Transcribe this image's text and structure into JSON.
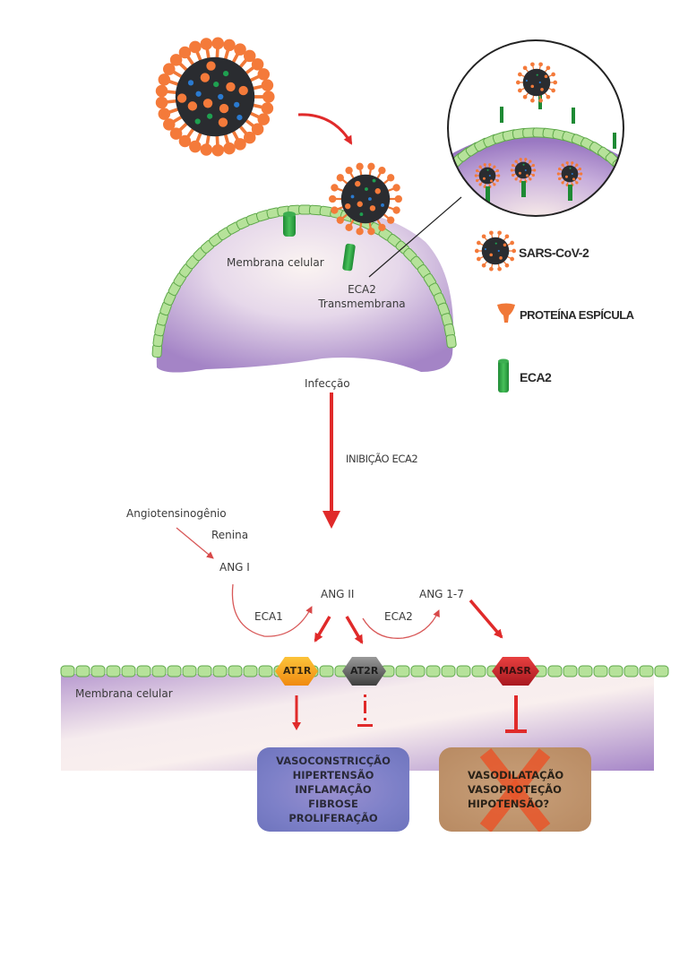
{
  "diagram": {
    "top_cell": {
      "membrane_label": "Membrana celular",
      "receptor_label_line1": "ECA2",
      "receptor_label_line2": "Transmembrana",
      "infection_label": "Infecção"
    },
    "legend": {
      "items": [
        {
          "icon": "virus-icon",
          "label": "SARS-CoV-2"
        },
        {
          "icon": "spike-protein-icon",
          "label": "PROTEÍNA ESPÍCULA"
        },
        {
          "icon": "ace2-receptor-icon",
          "label": "ECA2"
        }
      ]
    },
    "pathway": {
      "inhibition_label": "INIBIÇÃO ECA2",
      "angiotensinogen": "Angiotensinogênio",
      "renin": "Renina",
      "ang1": "ANG I",
      "ang2": "ANG II",
      "ang17": "ANG 1-7",
      "eca1": "ECA1",
      "eca2": "ECA2"
    },
    "bottom_cell": {
      "membrane_label": "Membrana celular",
      "receptors": [
        "AT1R",
        "AT2R",
        "MASR"
      ],
      "effects_at1r": [
        "VASOCONSTRICÇÃO",
        "HIPERTENSÃO",
        "INFLAMAÇÃO",
        "FIBROSE",
        "PROLIFERAÇÃO"
      ],
      "effects_masr": [
        "VASODILATAÇÃO",
        "VASOPROTEÇÃO",
        "HIPOTENSÃO?"
      ]
    },
    "colors": {
      "arrow_red": "#e02a2a",
      "membrane_green": "#b6e29a",
      "cytoplasm_purple": "#a98cc8",
      "at1r_orange": "#f5a21c",
      "at2r_gray": "#555555",
      "masr_red": "#c8222a",
      "box_blue": "#7d80c8",
      "box_brown": "#b88a62",
      "cross_orange": "#e8562a"
    }
  }
}
